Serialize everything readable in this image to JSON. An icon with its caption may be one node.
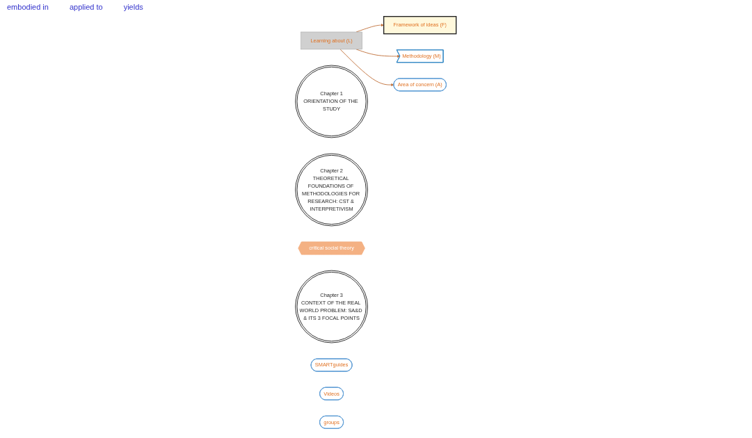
{
  "diagram": {
    "nodes": [
      {
        "text": [
          "Framework of ideas (F)"
        ]
      },
      {
        "text": [
          "Methodology (M)"
        ]
      },
      {
        "text": [
          "Area of concern (A)"
        ]
      },
      {
        "text": [
          "Learning about (L)"
        ]
      },
      {
        "text": [
          "Chapter 1",
          "ORIENTATION OF THE STUDY"
        ]
      },
      {
        "text": [
          "Chapter 2",
          "THEORETICAL FOUNDATIONS OF METHODOLOGIES FOR RESEARCH: CST & INTERPRETIVISM"
        ]
      },
      {
        "text": [
          "critical social theory"
        ]
      },
      {
        "text": [
          "Chapter 3",
          "CONTEXT OF THE REAL WORLD PROBLEM: SA&D & ITS 3 FOCAL POINTS"
        ]
      },
      {
        "text": [
          "SMARTguides"
        ]
      },
      {
        "text": [
          "Videos"
        ]
      },
      {
        "text": [
          "groups"
        ]
      }
    ],
    "edges": [
      {
        "from": 3,
        "to": 0,
        "arrow": "to"
      },
      {
        "from": 3,
        "to": 1,
        "arrow": "to"
      },
      {
        "from": 3,
        "to": 2,
        "arrow": "to"
      }
    ],
    "labels": [
      "embodied in",
      "applied to",
      "yields"
    ]
  }
}
